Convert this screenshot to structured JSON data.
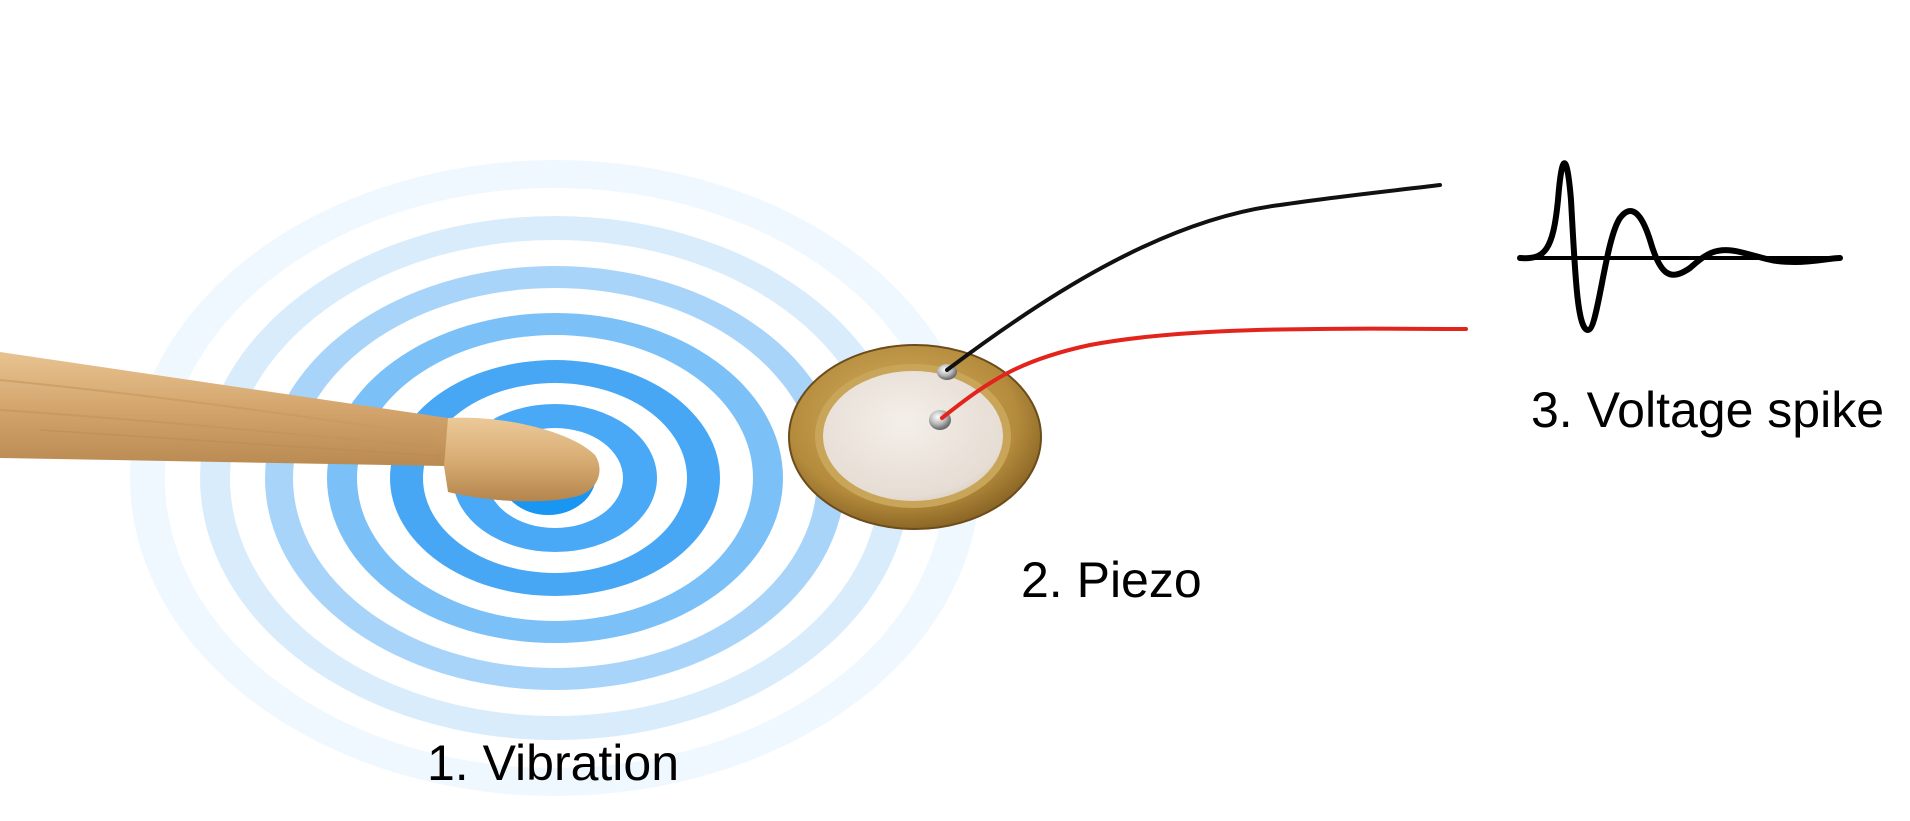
{
  "labels": {
    "vibration": "1. Vibration",
    "piezo": "2. Piezo",
    "voltage_spike": "3. Voltage spike"
  },
  "colors": {
    "background": "#ffffff",
    "wave_rings": [
      "#f0f8ff",
      "#d9ecfc",
      "#a9d4f9",
      "#7cc0f8",
      "#48a7f5",
      "#1896f2"
    ],
    "drumstick_wood": "#d6a870",
    "piezo_brass": "#b8913f",
    "piezo_ceramic": "#ebe4dd",
    "wire_black": "#111111",
    "wire_red": "#e3241c",
    "waveform": "#000000"
  },
  "icons": {
    "drumstick": "drumstick-icon",
    "vibration": "vibration-rings-icon",
    "piezo": "piezo-disc-icon",
    "waveform": "voltage-spike-waveform-icon"
  }
}
